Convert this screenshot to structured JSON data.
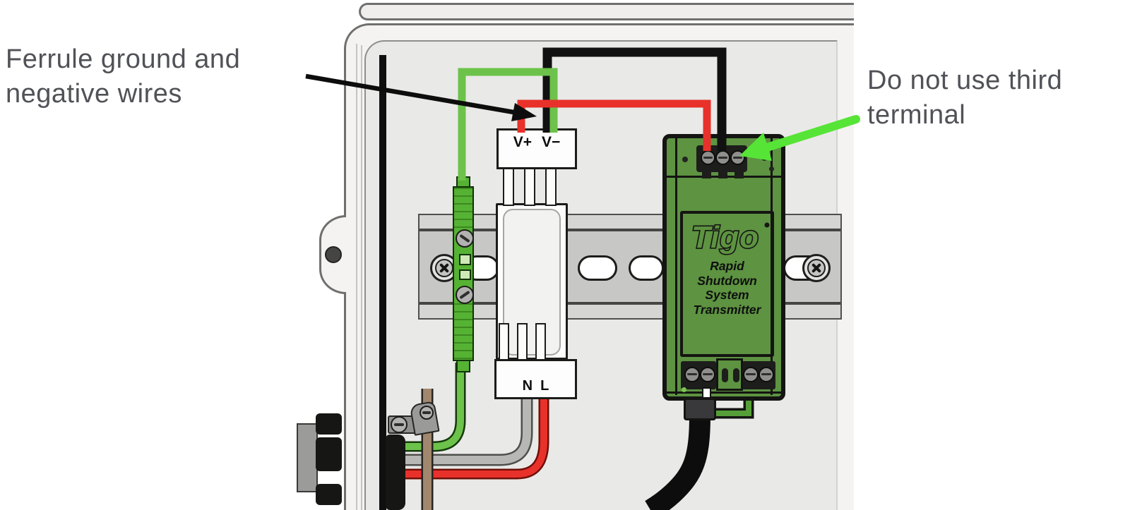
{
  "annotations": {
    "ferrule_note": {
      "line1": "Ferrule ground and",
      "line2": "negative wires"
    },
    "third_terminal_note": {
      "line1": "Do not use third",
      "line2": "terminal"
    }
  },
  "psu_module": {
    "top_terminals": {
      "positive": "V+",
      "negative": "V−"
    },
    "bottom_terminals": {
      "neutral": "N",
      "line": "L"
    }
  },
  "tigo_device": {
    "brand": "Tigo",
    "label_lines": [
      "Rapid",
      "Shutdown",
      "System",
      "Transmitter"
    ]
  },
  "colors": {
    "wire_green": "#6cc24a",
    "wire_red": "#e8312a",
    "wire_black": "#111111",
    "wire_gray": "#b7b7b5",
    "wire_brown": "#a2876f",
    "terminal_block_green": "#56b233",
    "tigo_green": "#5d9341",
    "annotation_arrow_green": "#56e437",
    "annotation_text_gray": "#515257"
  }
}
